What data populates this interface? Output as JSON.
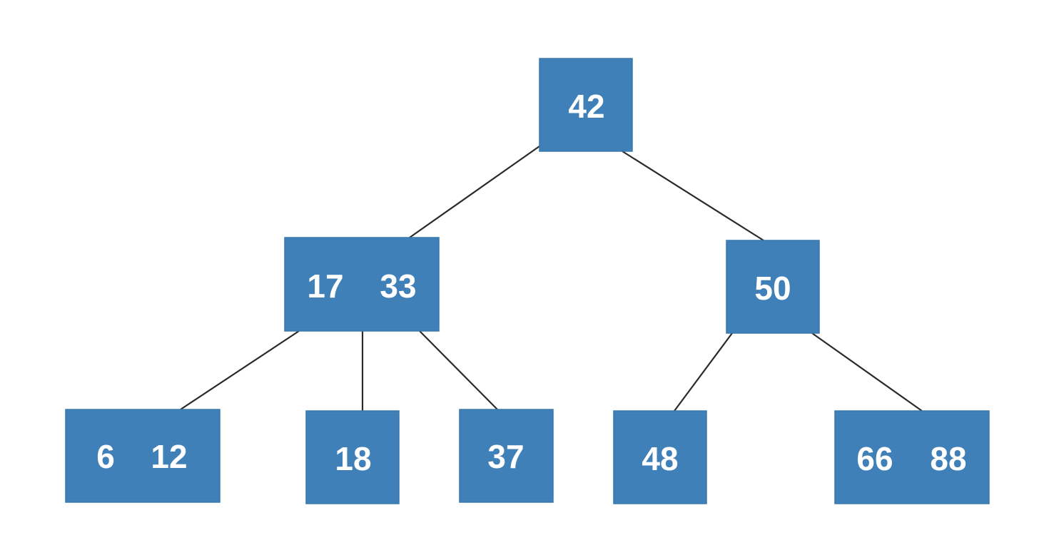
{
  "colors": {
    "node_fill": "#3f80b8",
    "edge": "#2a2a2a",
    "background": "#ffffff",
    "key_text": "#ffffff"
  },
  "tree": {
    "nodes": [
      {
        "id": "n42",
        "keys": [
          "42"
        ]
      },
      {
        "id": "n17-33",
        "keys": [
          "17",
          "33"
        ]
      },
      {
        "id": "n50",
        "keys": [
          "50"
        ]
      },
      {
        "id": "n6-12",
        "keys": [
          "6",
          "12"
        ]
      },
      {
        "id": "n18",
        "keys": [
          "18"
        ]
      },
      {
        "id": "n37",
        "keys": [
          "37"
        ]
      },
      {
        "id": "n48",
        "keys": [
          "48"
        ]
      },
      {
        "id": "n66-88",
        "keys": [
          "66",
          "88"
        ]
      }
    ],
    "edges": [
      {
        "from": "n42",
        "to": "n17-33"
      },
      {
        "from": "n42",
        "to": "n50"
      },
      {
        "from": "n17-33",
        "to": "n6-12"
      },
      {
        "from": "n17-33",
        "to": "n18"
      },
      {
        "from": "n17-33",
        "to": "n37"
      },
      {
        "from": "n50",
        "to": "n48"
      },
      {
        "from": "n50",
        "to": "n66-88"
      }
    ]
  }
}
